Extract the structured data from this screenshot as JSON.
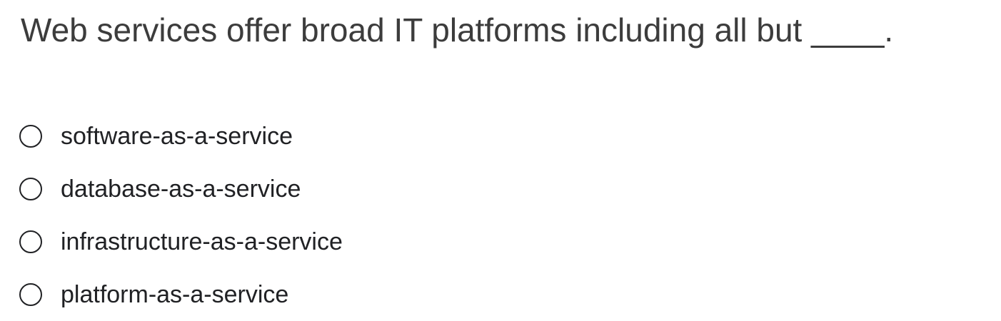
{
  "question": {
    "text": "Web services offer broad IT platforms including all but ____."
  },
  "options": [
    {
      "label": "software-as-a-service",
      "selected": false
    },
    {
      "label": "database-as-a-service",
      "selected": false
    },
    {
      "label": "infrastructure-as-a-service",
      "selected": false
    },
    {
      "label": "platform-as-a-service",
      "selected": false
    }
  ],
  "colors": {
    "question_text": "#3c3c3c",
    "option_text": "#202124",
    "radio_border": "#202124",
    "background": "#ffffff"
  }
}
